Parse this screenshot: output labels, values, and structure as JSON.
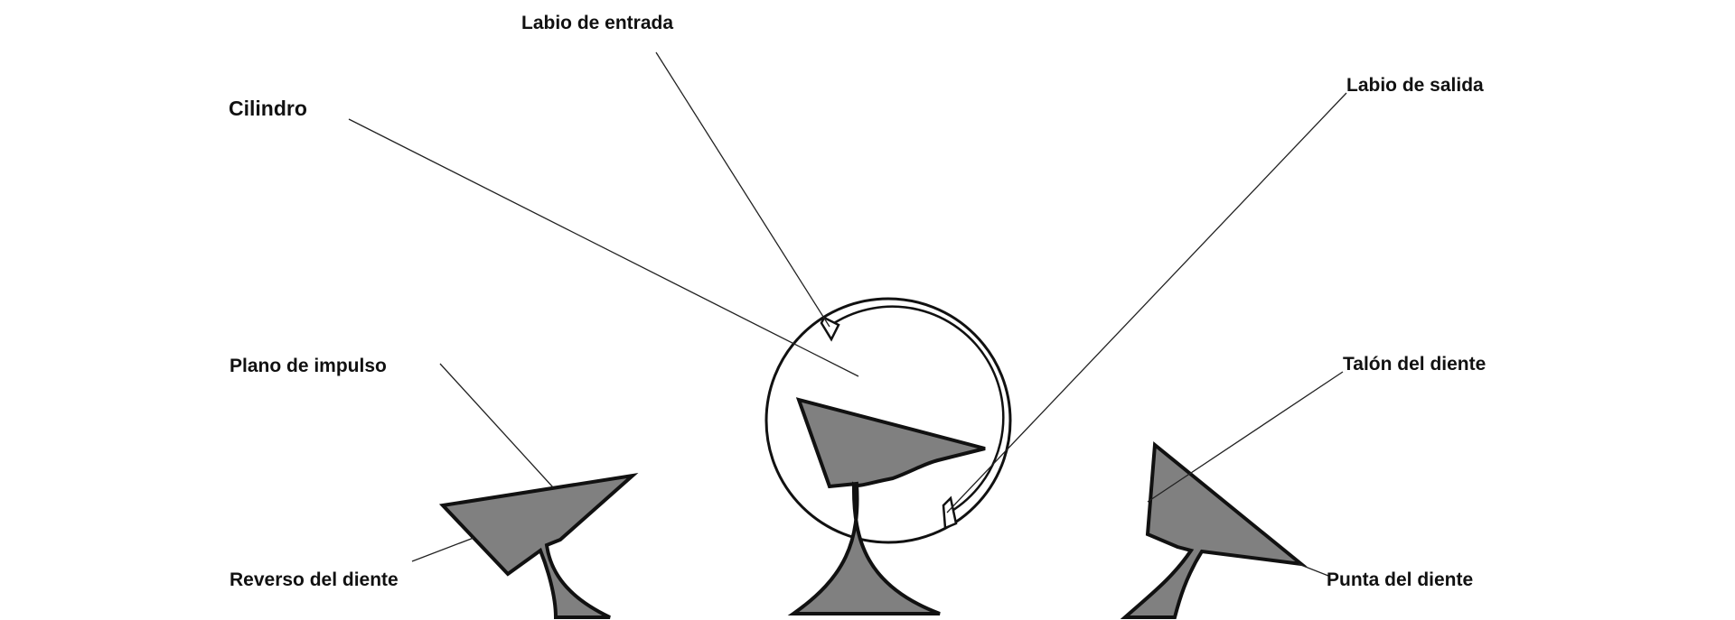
{
  "diagram": {
    "colors": {
      "tooth_fill": "#808080",
      "outline": "#111111",
      "leader_line": "#222222",
      "background": "#ffffff"
    },
    "labels": {
      "entry_lip": "Labio de entrada",
      "cylinder": "Cilindro",
      "exit_lip": "Labio de salida",
      "impulse_plane": "Plano de impulso",
      "tooth_heel": "Talón del diente",
      "tooth_back": "Reverso del diente",
      "tooth_tip": "Punta del diente"
    }
  }
}
